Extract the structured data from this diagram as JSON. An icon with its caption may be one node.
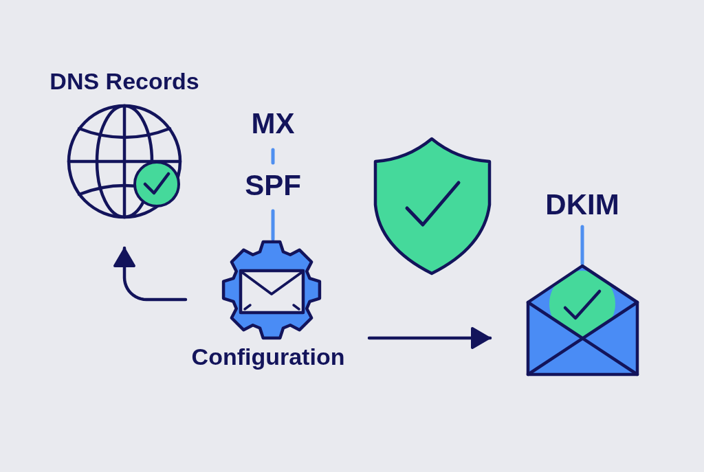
{
  "diagram": {
    "nodes": [
      {
        "text": [
          "DNS Records"
        ]
      },
      {
        "text": [
          "MX"
        ]
      },
      {
        "text": [
          "SPF"
        ]
      },
      {
        "text": [
          "Configuration"
        ]
      },
      {
        "text": [],
        "shape": "shield"
      },
      {
        "text": [
          "DKIM"
        ]
      },
      {
        "text": [],
        "shape": "envelope"
      }
    ],
    "edges": [
      {
        "from": 1,
        "to": 2,
        "arrow": "none"
      },
      {
        "from": 2,
        "to": 3,
        "arrow": "none"
      },
      {
        "from": 3,
        "to": 0,
        "arrow": "to",
        "color": "#13145b"
      },
      {
        "from": 3,
        "to": 6,
        "arrow": "to",
        "color": "#13145b"
      },
      {
        "from": 5,
        "to": 6,
        "arrow": "none"
      }
    ]
  }
}
